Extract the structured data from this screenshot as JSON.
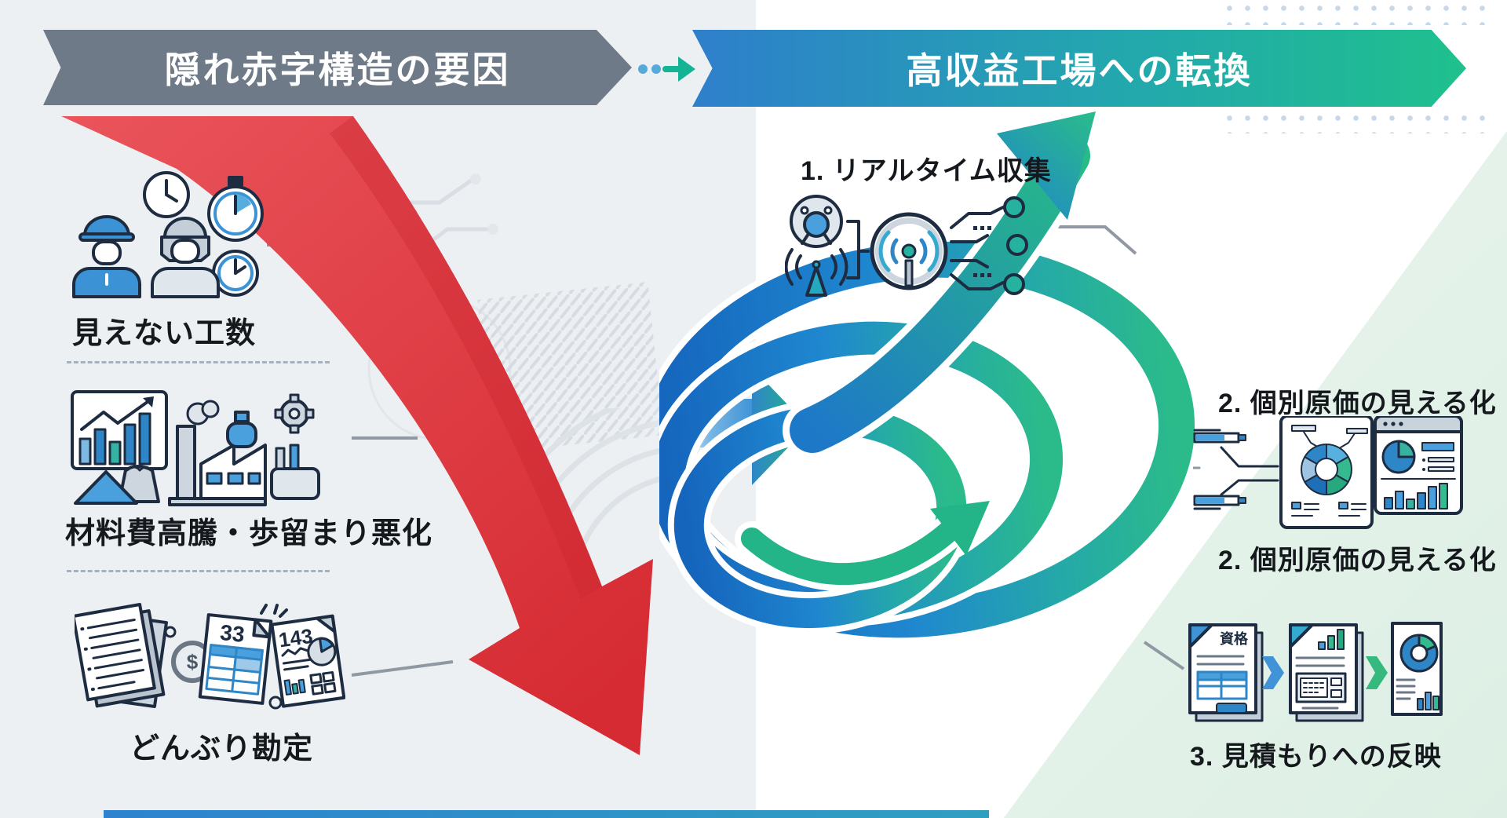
{
  "banner_left": {
    "label": "隠れ赤字構造の要因"
  },
  "banner_right": {
    "label": "高収益工場への転換"
  },
  "left_panel": {
    "items": [
      {
        "label": "見えない工数"
      },
      {
        "label": "材料費高騰・歩留まり悪化"
      },
      {
        "label": "どんぶり勘定",
        "doc_number_1": "33",
        "doc_number_2": "143",
        "money_symbol": "$"
      }
    ]
  },
  "right_panel": {
    "steps": [
      {
        "label": "1. リアルタイム収集"
      },
      {
        "label": "2. 個別原価の見える化"
      },
      {
        "label": "2. 個別原価の見える化"
      },
      {
        "label": "3. 見積もりへの反映",
        "doc_tag": "資格"
      }
    ]
  },
  "colors": {
    "banner_gray": "#6e7a88",
    "banner_blue": "#2e7fcb",
    "banner_green": "#1fc08d",
    "negative_red": "#df3940",
    "accent_blue": "#2f86c6",
    "accent_teal": "#25b3a0",
    "accent_green": "#2ab482"
  }
}
